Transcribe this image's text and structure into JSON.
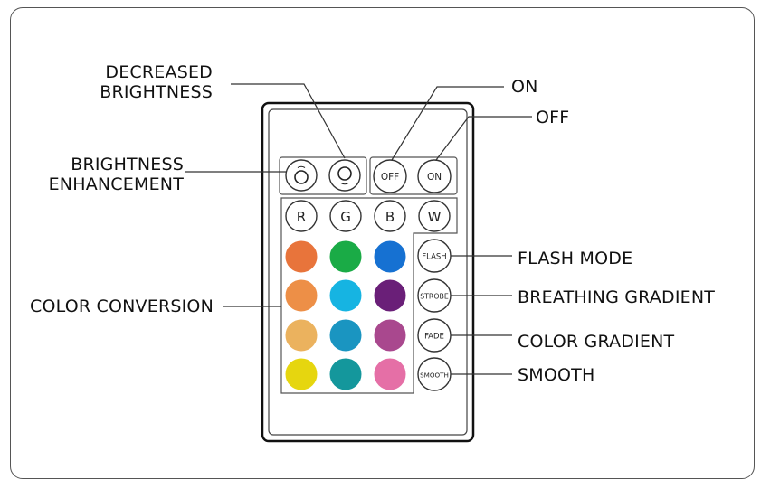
{
  "labels": {
    "decreased_brightness_1": "DECREASED",
    "decreased_brightness_2": "BRIGHTNESS",
    "brightness_enhancement_1": "BRIGHTNESS",
    "brightness_enhancement_2": "ENHANCEMENT",
    "on": "ON",
    "off": "OFF",
    "color_conversion": "COLOR CONVERSION",
    "flash_mode": "FLASH MODE",
    "breathing_gradient": "BREATHING GRADIENT",
    "color_gradient": "COLOR GRADIENT",
    "smooth": "SMOOTH"
  },
  "remote": {
    "button_off": "OFF",
    "button_on": "ON",
    "button_r": "R",
    "button_g": "G",
    "button_b": "B",
    "button_w": "W",
    "button_flash": "FLASH",
    "button_strobe": "STROBE",
    "button_fade": "FADE",
    "button_smooth": "SMOOTH",
    "color_buttons": [
      "#e8743b",
      "#1aab46",
      "#1671d2",
      "#ed8f47",
      "#16b4e2",
      "#6a1f78",
      "#ebb25e",
      "#1a95c1",
      "#a9488e",
      "#e6d60f",
      "#14979c",
      "#e56fa6"
    ]
  },
  "colors": {
    "line": "#333333",
    "text": "#111111",
    "frame": "#555555"
  }
}
